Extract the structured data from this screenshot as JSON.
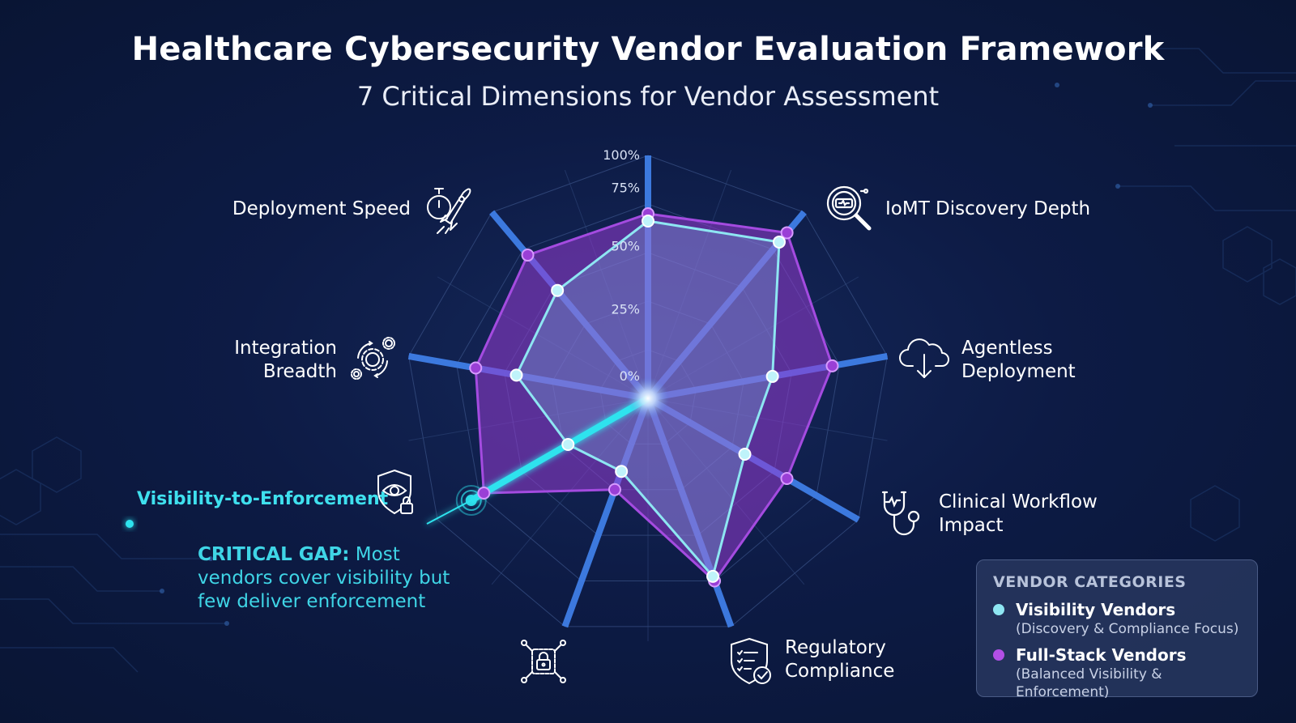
{
  "title": "Healthcare Cybersecurity Vendor Evaluation Framework",
  "subtitle": "7 Critical Dimensions for Vendor Assessment",
  "chart_data": {
    "type": "radar",
    "rlim": [
      0,
      100
    ],
    "ticks": [
      "0%",
      "25%",
      "50%",
      "75%",
      "100%"
    ],
    "tick_values": [
      0,
      25,
      50,
      75,
      100
    ],
    "axes": [
      {
        "label": "",
        "angle_deg": 0
      },
      {
        "label": "IoMT Discovery Depth",
        "angle_deg": 40
      },
      {
        "label": "Agentless Deployment",
        "angle_deg": 80
      },
      {
        "label": "Clinical Workflow Impact",
        "angle_deg": 120
      },
      {
        "label": "Regulatory Compliance",
        "angle_deg": 160
      },
      {
        "label": "",
        "angle_deg": 200
      },
      {
        "label": "Visibility-to-Enforcement",
        "angle_deg": 240
      },
      {
        "label": "Integration Breadth",
        "angle_deg": 280
      },
      {
        "label": "Deployment Speed",
        "angle_deg": 320
      }
    ],
    "series": [
      {
        "name": "Visibility Vendors",
        "color": "#8ee6f2",
        "values": [
          73,
          84,
          52,
          46,
          78,
          32,
          38,
          55,
          58
        ]
      },
      {
        "name": "Full-Stack Vendors",
        "color": "#a44be0",
        "values": [
          76,
          89,
          77,
          66,
          80,
          40,
          78,
          72,
          77
        ]
      }
    ],
    "highlight_axis": 6,
    "highlight_color": "#2fe3ee"
  },
  "labels": {
    "deployment_speed": "Deployment Speed",
    "iomt_discovery": "IoMT Discovery Depth",
    "integration_breadth_1": "Integration",
    "integration_breadth_2": "Breadth",
    "agentless_1": "Agentless",
    "agentless_2": "Deployment",
    "clinical_1": "Clinical Workflow",
    "clinical_2": "Impact",
    "regulatory_1": "Regulatory",
    "regulatory_2": "Compliance",
    "visibility_to_enforcement": "Visibility-to-Enforcement"
  },
  "callout": {
    "heading": "CRITICAL GAP:",
    "text": " Most vendors cover visibility but few deliver enforcement"
  },
  "legend": {
    "title": "VENDOR CATEGORIES",
    "items": [
      {
        "name": "Visibility Vendors",
        "sub": "(Discovery & Compliance Focus)",
        "color": "#8ee6f2"
      },
      {
        "name": "Full-Stack Vendors",
        "sub": "(Balanced Visibility & Enforcement)",
        "color": "#b24fe6"
      }
    ]
  },
  "icons": {
    "deployment_speed": "rocket-stopwatch-icon",
    "iomt_discovery": "magnifier-device-icon",
    "integration_breadth": "gears-icon",
    "agentless": "cloud-download-icon",
    "clinical": "stethoscope-icon",
    "regulatory": "shield-checklist-icon",
    "visibility_to_enforcement": "shield-eye-lock-icon",
    "bottom_axis": "network-lock-icon"
  }
}
